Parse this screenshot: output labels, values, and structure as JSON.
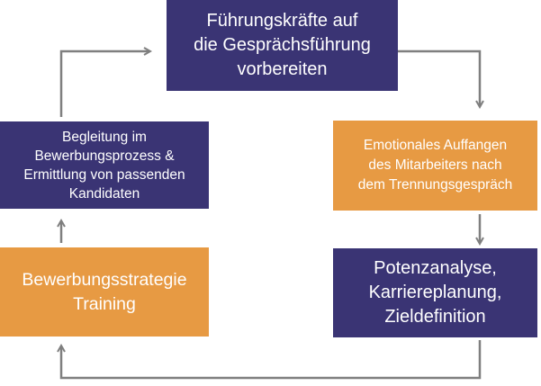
{
  "colors": {
    "purple": "#3a3474",
    "orange": "#e79a43",
    "arrow": "#7f7f7f",
    "text": "#ffffff"
  },
  "nodes": [
    {
      "id": "prepare-managers",
      "text": "Führungskräfte auf\ndie Gesprächsführung\nvorbereiten",
      "fill": "purple"
    },
    {
      "id": "emotional-support",
      "text": "Emotionales Auffangen\ndes Mitarbeiters nach\ndem Trennungsgespräch",
      "fill": "orange"
    },
    {
      "id": "potential-analysis",
      "text": "Potenzanalyse,\nKarriereplanung,\nZieldefinition",
      "fill": "purple"
    },
    {
      "id": "application-strategy",
      "text": "Bewerbungsstrategie\nTraining",
      "fill": "orange"
    },
    {
      "id": "application-support",
      "text": "Begleitung im\nBewerbungsprozess &\nErmittlung von passenden\nKandidaten",
      "fill": "purple"
    }
  ],
  "edges": [
    {
      "from": "prepare-managers",
      "to": "emotional-support"
    },
    {
      "from": "emotional-support",
      "to": "potential-analysis"
    },
    {
      "from": "potential-analysis",
      "to": "application-strategy"
    },
    {
      "from": "application-strategy",
      "to": "application-support"
    },
    {
      "from": "application-support",
      "to": "prepare-managers"
    }
  ]
}
